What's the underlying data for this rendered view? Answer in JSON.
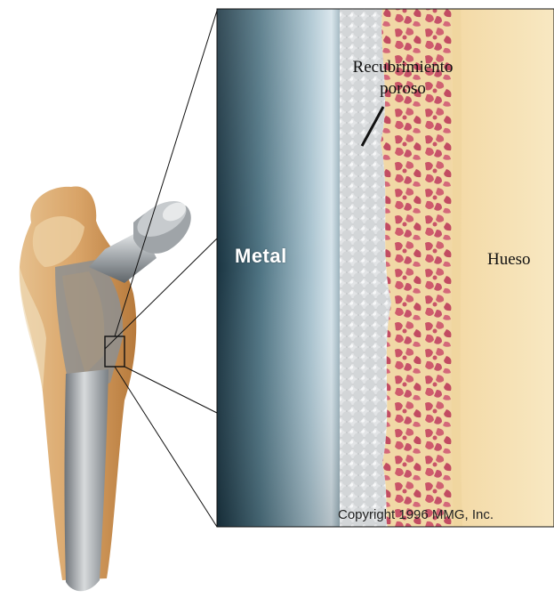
{
  "labels": {
    "metal": "Metal",
    "porous_line1": "Recubrimiento",
    "porous_line2": "poroso",
    "bone": "Hueso",
    "copyright": "Copyright 1996 MMG, Inc."
  },
  "colors": {
    "metal_dark": "#1e3d4a",
    "metal_light": "#c4d6df",
    "porous_coating": "#c9cccf",
    "bone_trabecular": "#c85668",
    "bone_cortical": "#f4dfa8",
    "femur_bone": "#d9a468",
    "implant": "#8f9499"
  }
}
